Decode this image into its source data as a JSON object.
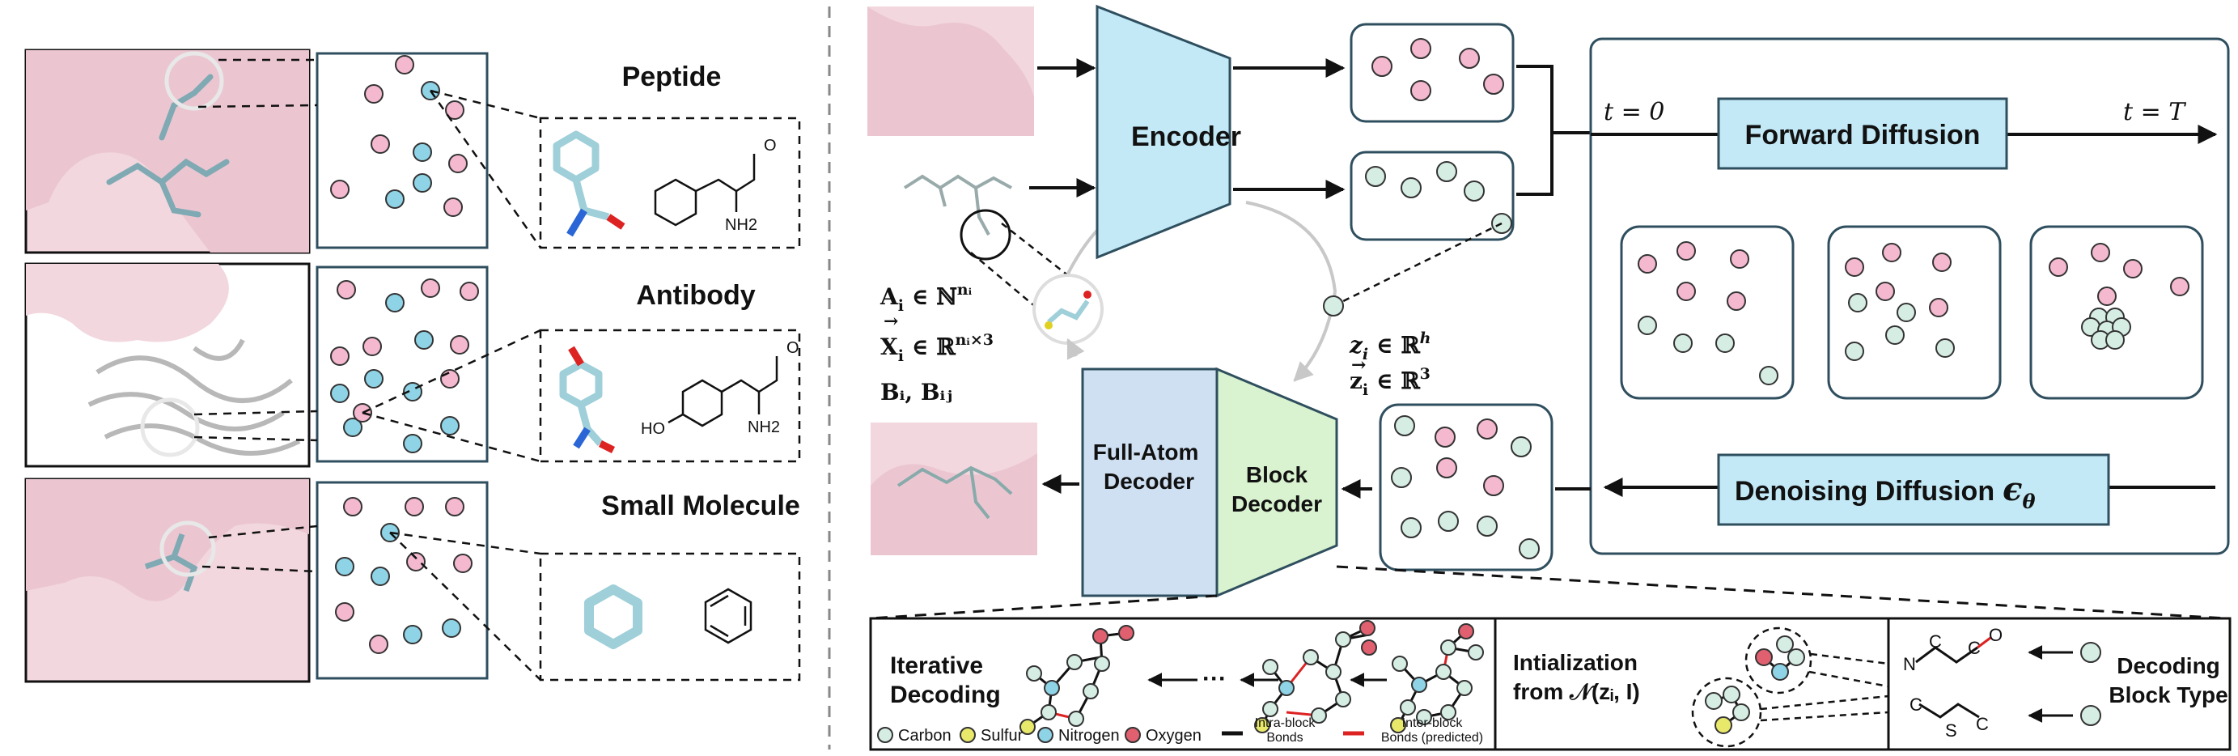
{
  "colors": {
    "pink": "#f4b8cf",
    "cyan": "#8fd3e6",
    "pale": "#d6ede4",
    "encoder": "#c3e9f7",
    "full_atom": "#cfe0f3",
    "block": "#d9f2cf",
    "protein": "#f2d7de",
    "panel_border": "#2f4f5f"
  },
  "left_panel": {
    "rows": [
      {
        "title": "Peptide",
        "chem_label": "NH2"
      },
      {
        "title": "Antibody",
        "chem_label_top": "HO",
        "chem_label": "NH2"
      },
      {
        "title": "Small Molecule"
      }
    ]
  },
  "pipeline": {
    "encoder_label": "Encoder",
    "full_atom_decoder_label": "Full-Atom Decoder",
    "block_decoder_label": "Block Decoder",
    "input_math": {
      "atoms": "A",
      "atoms_sub": "i",
      "atoms_set": "ℕ",
      "atoms_sup": "nᵢ",
      "coords": "X",
      "coords_sub": "i",
      "coords_set": "ℝ",
      "coords_sup": "nᵢ×3",
      "bonds": "Bᵢ, Bᵢⱼ"
    },
    "latent_math": {
      "z": "z",
      "z_sub": "i",
      "z_set": "ℝ",
      "z_sup": "h",
      "zvec": "z",
      "zvec_sub": "i",
      "zvec_set": "ℝ",
      "zvec_sup": "3"
    }
  },
  "diffusion": {
    "t_start": "t = 0",
    "t_end": "t = T",
    "forward_label": "Forward Diffusion",
    "denoising_label": "Denoising Diffusion",
    "denoising_symbol": "ϵ",
    "denoising_sub": "θ"
  },
  "bottom": {
    "iterative_label_1": "Iterative",
    "iterative_label_2": "Decoding",
    "ellipsis": "···",
    "init_label_1": "Intialization",
    "init_label_2": "from 𝒩(zᵢ, I)",
    "decoding_label_1": "Decoding",
    "decoding_label_2": "Block Type",
    "atoms": {
      "n": "N",
      "c1": "C",
      "c2": "C",
      "o": "O",
      "c3": "C",
      "s": "S",
      "c4": "C"
    },
    "legend": {
      "carbon": "Carbon",
      "sulfur": "Sulfur",
      "nitrogen": "Nitrogen",
      "oxygen": "Oxygen",
      "intra_1": "Intra-block",
      "intra_2": "Bonds",
      "inter_1": "Inter-block",
      "inter_2": "Bonds (predicted)"
    }
  }
}
